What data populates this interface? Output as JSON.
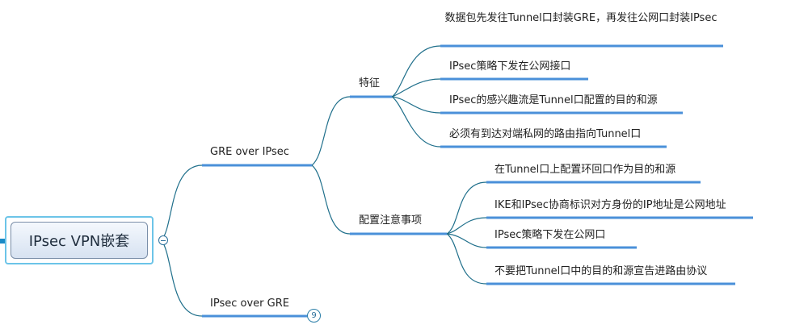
{
  "root": {
    "label": "IPsec VPN嵌套"
  },
  "branches": {
    "gre_over_ipsec": {
      "label": "GRE over IPsec",
      "features": {
        "label": "特征",
        "items": [
          "数据包先发往Tunnel口封装GRE，再发往公网口封装IPsec",
          "IPsec策略下发在公网接口",
          "IPsec的感兴趣流是Tunnel口配置的目的和源",
          "必须有到达对端私网的路由指向Tunnel口"
        ]
      },
      "config_notes": {
        "label": "配置注意事项",
        "items": [
          "在Tunnel口上配置环回口作为目的和源",
          "IKE和IPsec协商标识对方身份的IP地址是公网地址",
          "IPsec策略下发在公网口",
          "不要把Tunnel口中的目的和源宣告进路由协议"
        ]
      }
    },
    "ipsec_over_gre": {
      "label": "IPsec over GRE",
      "collapsed_count": "9"
    }
  },
  "colors": {
    "line": "#1f6f8b",
    "underline": "#4a90d9",
    "root_border": "#6cc4e8"
  }
}
